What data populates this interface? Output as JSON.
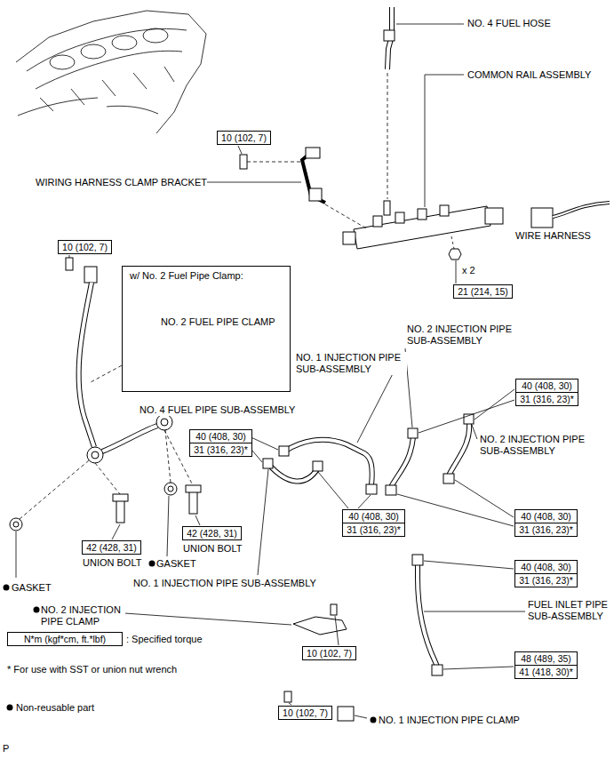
{
  "diagram": {
    "nodes": [
      {
        "text": [
          "10 (102, 7)"
        ]
      },
      {
        "text": [
          "10 (102, 7)"
        ]
      },
      {
        "text": [
          "w/ No. 2 Fuel Pipe Clamp:",
          "NO. 2 FUEL PIPE CLAMP"
        ]
      },
      {
        "text": [
          "21 (214, 15)"
        ]
      },
      {
        "text": [
          "40 (408, 30)",
          "31 (316, 23)*"
        ]
      },
      {
        "text": [
          "40 (408, 30)",
          "31 (316, 23)*"
        ]
      },
      {
        "text": [
          "40 (408, 30)",
          "31 (316, 23)*"
        ]
      },
      {
        "text": [
          "40 (408, 30)",
          "31 (316, 23)*"
        ]
      },
      {
        "text": [
          "42 (428, 31)"
        ]
      },
      {
        "text": [
          "42 (428, 31)"
        ]
      },
      {
        "text": [
          "40 (408, 30)",
          "31 (316, 23)*"
        ]
      },
      {
        "text": [
          "N*m (kgf*cm, ft.*lbf)"
        ]
      },
      {
        "text": [
          "10 (102, 7)"
        ]
      },
      {
        "text": [
          "48 (489, 35)",
          "41 (418, 30)*"
        ]
      },
      {
        "text": [
          "10 (102, 7)"
        ]
      }
    ],
    "labels": [
      "NO. 4 FUEL HOSE",
      "COMMON RAIL ASSEMBLY",
      "WIRING HARNESS CLAMP BRACKET",
      "WIRE HARNESS",
      "x 2",
      "NO. 1 INJECTION PIPE SUB-ASSEMBLY",
      "NO. 2 INJECTION PIPE SUB-ASSEMBLY",
      "NO. 4 FUEL PIPE SUB-ASSEMBLY",
      "NO. 2 INJECTION PIPE SUB-ASSEMBLY",
      "UNION BOLT",
      "UNION BOLT",
      "GASKET",
      "NO. 1 INJECTION PIPE SUB-ASSEMBLY",
      "GASKET",
      "NO. 2 INJECTION PIPE CLAMP",
      "FUEL INLET PIPE SUB-ASSEMBLY",
      ": Specified torque",
      "* For use with SST or union nut wrench",
      "NO. 1 INJECTION PIPE CLAMP",
      "P"
    ],
    "legend": [
      {
        "text": "Non-reusable part"
      }
    ]
  }
}
